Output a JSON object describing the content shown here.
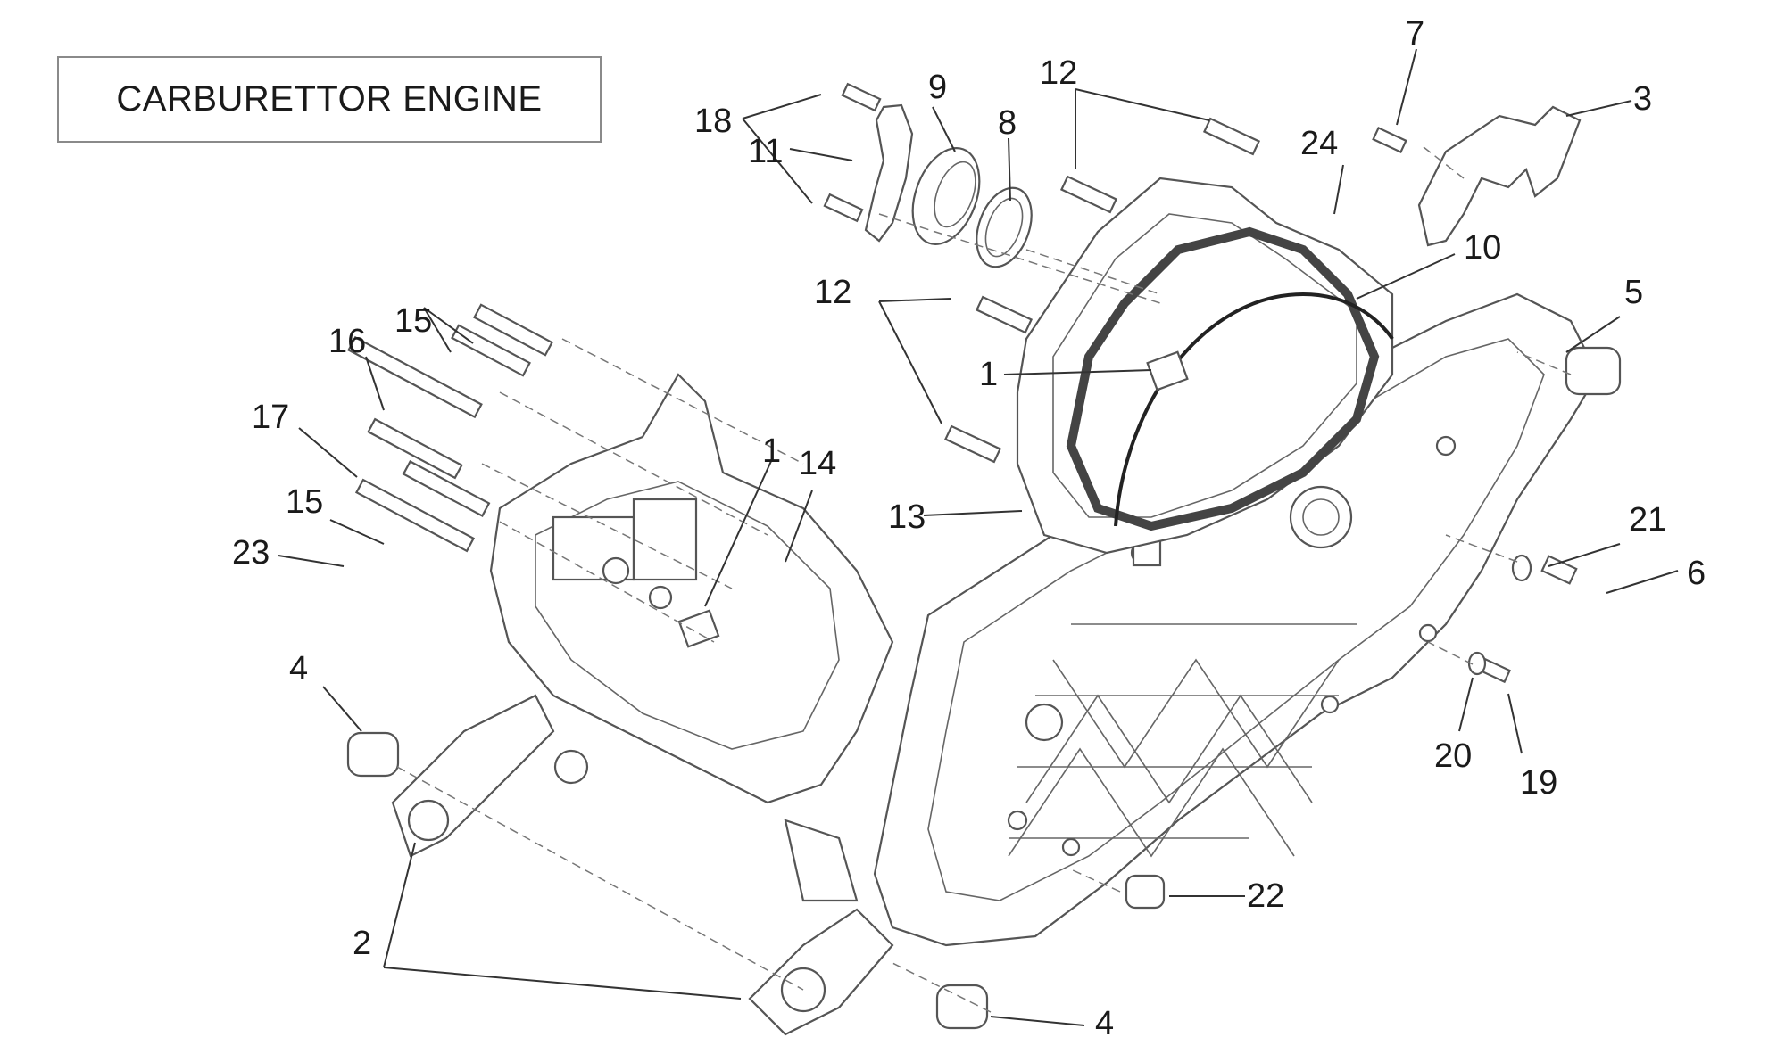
{
  "title": "CARBURETTOR ENGINE",
  "callouts": [
    {
      "id": "c18",
      "label": "18"
    },
    {
      "id": "c11",
      "label": "11"
    },
    {
      "id": "c9",
      "label": "9"
    },
    {
      "id": "c8",
      "label": "8"
    },
    {
      "id": "c12a",
      "label": "12"
    },
    {
      "id": "c12b",
      "label": "12"
    },
    {
      "id": "c24",
      "label": "24"
    },
    {
      "id": "c7",
      "label": "7"
    },
    {
      "id": "c3",
      "label": "3"
    },
    {
      "id": "c10",
      "label": "10"
    },
    {
      "id": "c5",
      "label": "5"
    },
    {
      "id": "c1a",
      "label": "1"
    },
    {
      "id": "c13",
      "label": "13"
    },
    {
      "id": "c16",
      "label": "16"
    },
    {
      "id": "c15a",
      "label": "15"
    },
    {
      "id": "c17",
      "label": "17"
    },
    {
      "id": "c15b",
      "label": "15"
    },
    {
      "id": "c23",
      "label": "23"
    },
    {
      "id": "c1b",
      "label": "1"
    },
    {
      "id": "c14",
      "label": "14"
    },
    {
      "id": "c4a",
      "label": "4"
    },
    {
      "id": "c21",
      "label": "21"
    },
    {
      "id": "c6",
      "label": "6"
    },
    {
      "id": "c20",
      "label": "20"
    },
    {
      "id": "c19",
      "label": "19"
    },
    {
      "id": "c22",
      "label": "22"
    },
    {
      "id": "c2",
      "label": "2"
    },
    {
      "id": "c4b",
      "label": "4"
    }
  ]
}
